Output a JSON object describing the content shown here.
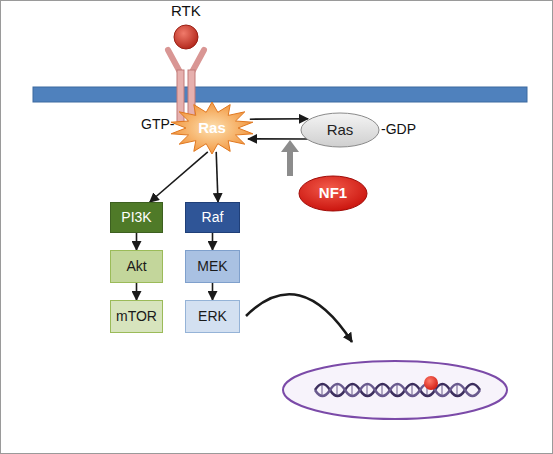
{
  "diagram": {
    "nodes": [
      {
        "text": [
          "Ras"
        ]
      },
      {
        "text": [
          "Ras"
        ]
      },
      {
        "text": [
          "NF1"
        ]
      },
      {
        "text": [
          "PI3K"
        ]
      },
      {
        "text": [
          "Raf"
        ]
      },
      {
        "text": [
          "Akt"
        ]
      },
      {
        "text": [
          "MEK"
        ]
      },
      {
        "text": [
          "mTOR"
        ]
      },
      {
        "text": [
          "ERK"
        ]
      }
    ],
    "edges": [
      {
        "from": 0,
        "to": 1,
        "arrow": "to"
      },
      {
        "from": 1,
        "to": 0,
        "arrow": "to"
      },
      {
        "from": 0,
        "to": 3,
        "arrow": "to"
      },
      {
        "from": 0,
        "to": 4,
        "arrow": "to"
      },
      {
        "from": 3,
        "to": 5,
        "arrow": "to"
      },
      {
        "from": 5,
        "to": 7,
        "arrow": "to"
      },
      {
        "from": 4,
        "to": 6,
        "arrow": "to"
      },
      {
        "from": 6,
        "to": 8,
        "arrow": "to"
      }
    ],
    "labels": [
      "RTK",
      "GTP-",
      "-GDP"
    ]
  }
}
